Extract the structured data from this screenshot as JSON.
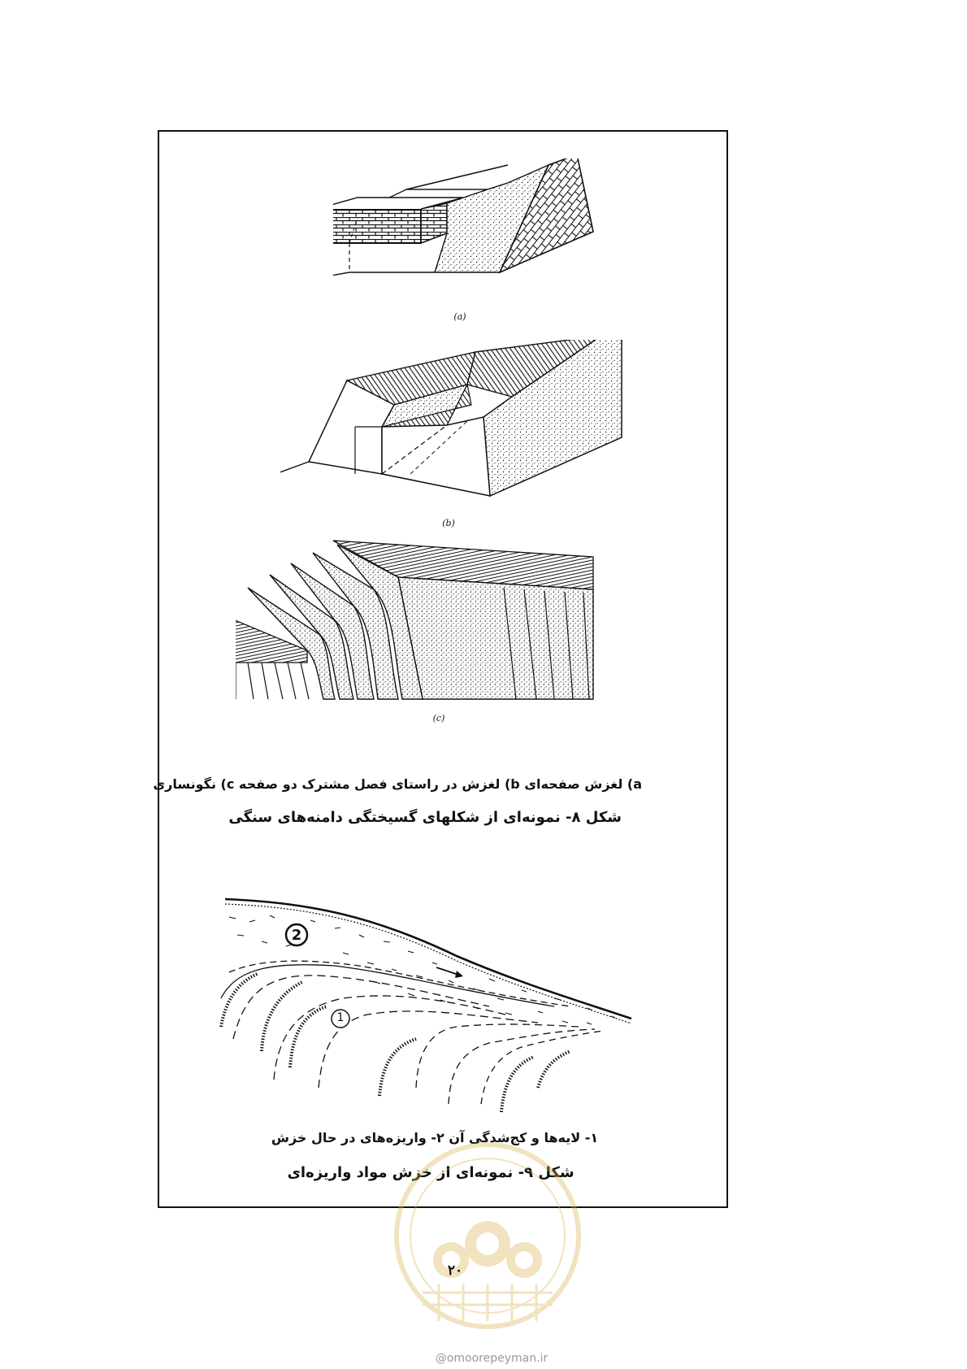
{
  "figure8": {
    "panel_a": "(a)",
    "panel_b": "(b)",
    "panel_c": "(c)",
    "subcaption": "a) لغزش صفحه‌ای b) لغزش در راستای فصل مشترک دو صفحه c) نگونساری",
    "title": "شکل ۸- نمونه‌ای از شکلهای گسیختگی دامنه‌های سنگی"
  },
  "figure9": {
    "marker_1": "1",
    "marker_2": "2",
    "subcaption": "۱- لایه‌ها و کج‌شدگی آن ۲- واریزه‌های در حال خزش",
    "title": "شکل ۹- نمونه‌ای از خزش مواد واریزه‌ای"
  },
  "page_number": "۲۰",
  "watermark": {
    "site": "@omoorepeyman.ir",
    "color": "#d8b24a"
  }
}
